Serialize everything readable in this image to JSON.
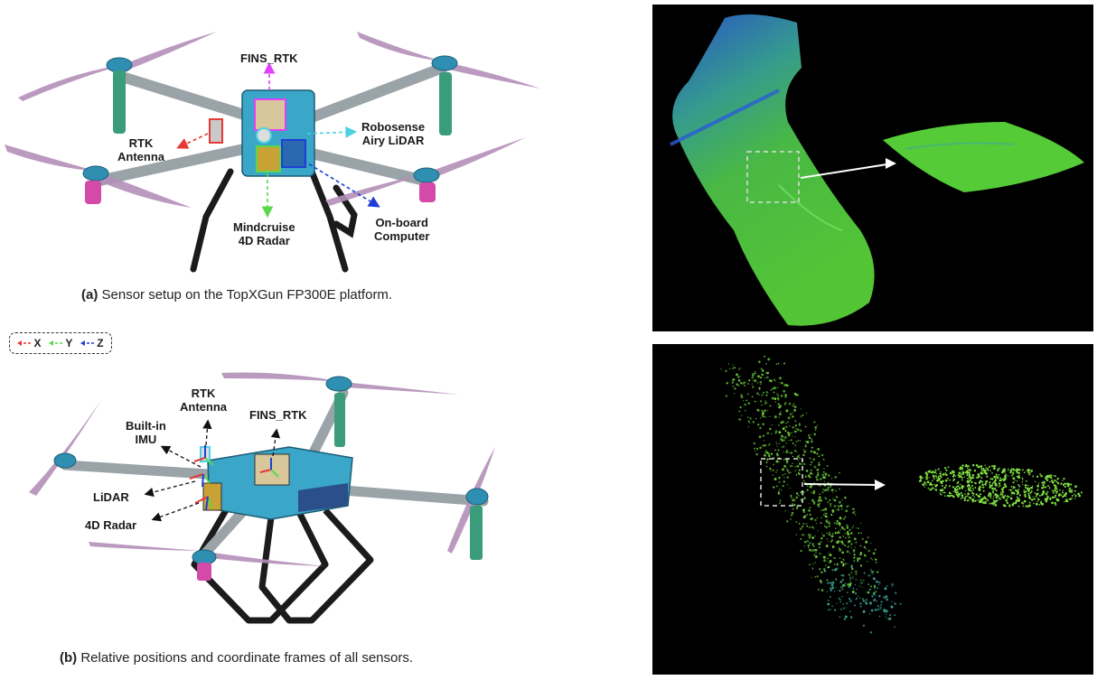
{
  "panel_a": {
    "labels": {
      "fins_rtk": "FINS_RTK",
      "rtk_antenna_1": "RTK",
      "rtk_antenna_2": "Antenna",
      "lidar_1": "Robosense",
      "lidar_2": "Airy LiDAR",
      "radar_1": "Mindcruise",
      "radar_2": "4D Radar",
      "computer_1": "On-board",
      "computer_2": "Computer"
    },
    "caption_tag": "(a)",
    "caption_text": " Sensor setup on the TopXGun FP300E platform."
  },
  "panel_b": {
    "legend": {
      "x": "X",
      "y": "Y",
      "z": "Z"
    },
    "labels": {
      "rtk_antenna_1": "RTK",
      "rtk_antenna_2": "Antenna",
      "fins_rtk": "FINS_RTK",
      "imu_1": "Built-in",
      "imu_2": "IMU",
      "lidar": "LiDAR",
      "radar": "4D Radar"
    },
    "caption_tag": "(b)",
    "caption_text": " Relative positions and coordinate frames of all sensors."
  },
  "colors": {
    "x_axis": "#e53935",
    "y_axis": "#5bd84a",
    "z_axis": "#1e3fd6",
    "fins_arrow": "#e040fb",
    "lidar_arrow": "#4dd0e1",
    "propeller": "#b48fb8",
    "arm": "#9aa3a8",
    "motor": "#2f8fb3",
    "point_cloud_green": "#5ad63a",
    "point_cloud_blue": "#2c5bd8"
  }
}
